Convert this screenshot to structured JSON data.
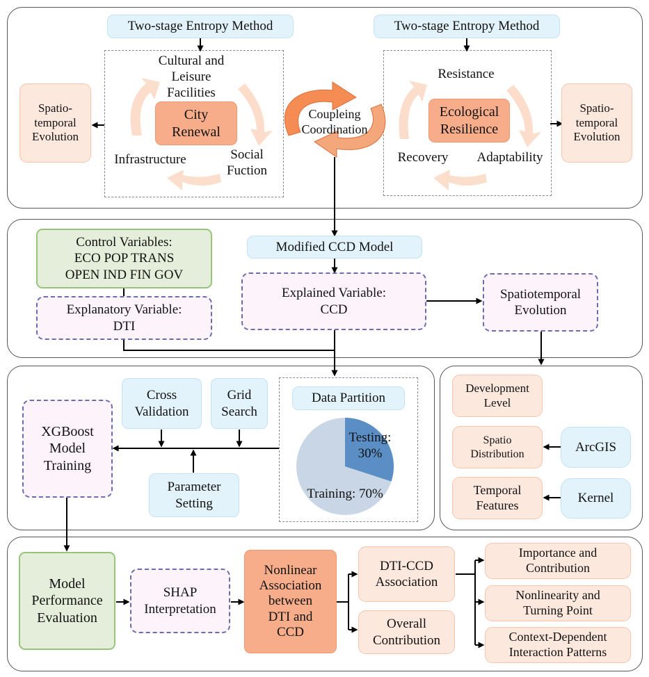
{
  "top": {
    "entropy_left": "Two-stage Entropy Method",
    "entropy_right": "Two-stage Entropy Method",
    "left_cycle": {
      "top": "Cultural and\nLeisure\nFacilities",
      "center": "City\nRenewal",
      "bottom_left": "Infrastructure",
      "bottom_right": "Social\nFuction"
    },
    "right_cycle": {
      "top": "Resistance",
      "center": "Ecological\nResilience",
      "bottom_left": "Recovery",
      "bottom_right": "Adaptability"
    },
    "evolution_left": "Spatio-\ntemporal\nEvolution",
    "evolution_right": "Spatio-\ntemporal\nEvolution",
    "coupling": "Coupleing\nCoordination"
  },
  "model": {
    "control": "Control Variables:\nECO POP TRANS\nOPEN IND FIN GOV",
    "explanatory": "Explanatory Variable:\nDTI",
    "ccd_model": "Modified CCD Model",
    "explained": "Explained Variable:\nCCD",
    "spatiotemporal": "Spatiotemporal\nEvolution"
  },
  "training": {
    "xgboost": "XGBoost\nModel\nTraining",
    "cross_validation": "Cross\nValidation",
    "grid_search": "Grid\nSearch",
    "parameter_setting": "Parameter\nSetting",
    "data_partition": "Data Partition",
    "testing_label": "Testing:\n30%",
    "training_label": "Training: 70%"
  },
  "spatial": {
    "development": "Development\nLevel",
    "distribution": "Spatio\nDistribution",
    "temporal": "Temporal\nFeatures",
    "arcgis": "ArcGIS",
    "kernel": "Kernel"
  },
  "evaluation": {
    "performance": "Model\nPerformance\nEvaluation",
    "shap": "SHAP\nInterpretation",
    "nonlinear": "Nonlinear\nAssociation\nbetween\nDTI and\nCCD",
    "dti_ccd": "DTI-CCD\nAssociation",
    "overall": "Overall\nContribution",
    "importance": "Importance and\nContribution",
    "nonlinearity": "Nonlinearity and\nTurning Point",
    "context": "Context-Dependent\nInteraction Patterns"
  },
  "colors": {
    "blue_fill": "#e3f3fb",
    "peach_fill": "#fde8de",
    "orange_fill": "#f7ad8a",
    "lilac_border": "#6a6cae",
    "green_border": "#96c47a",
    "pie_training": "#c9d6e6",
    "pie_testing": "#5b8ec4",
    "cycle_arrow": "#fcdcc9",
    "coupling_arrow": "#f48c54"
  },
  "pie": {
    "testing_fraction": 0.3,
    "training_fraction": 0.7
  }
}
